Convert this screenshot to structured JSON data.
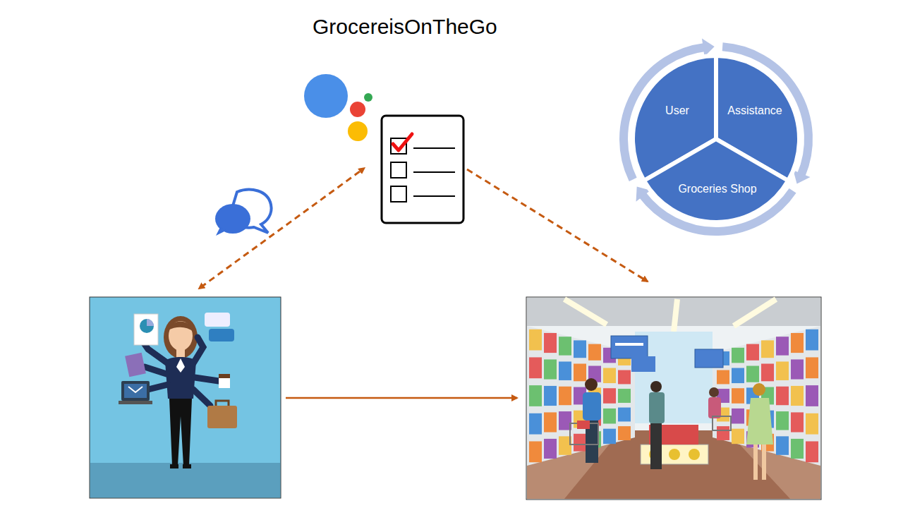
{
  "diagram": {
    "title": "GrocereisOnTheGo",
    "nodes": [
      {
        "text": [
          "User"
        ]
      },
      {
        "text": [
          "Assistance"
        ]
      },
      {
        "text": [
          "Groceries Shop"
        ]
      }
    ],
    "edges": [
      {
        "from": 0,
        "to": 1,
        "arrow": "to"
      },
      {
        "from": 1,
        "to": 2,
        "arrow": "to"
      },
      {
        "from": 2,
        "to": 0,
        "arrow": "to"
      }
    ]
  }
}
